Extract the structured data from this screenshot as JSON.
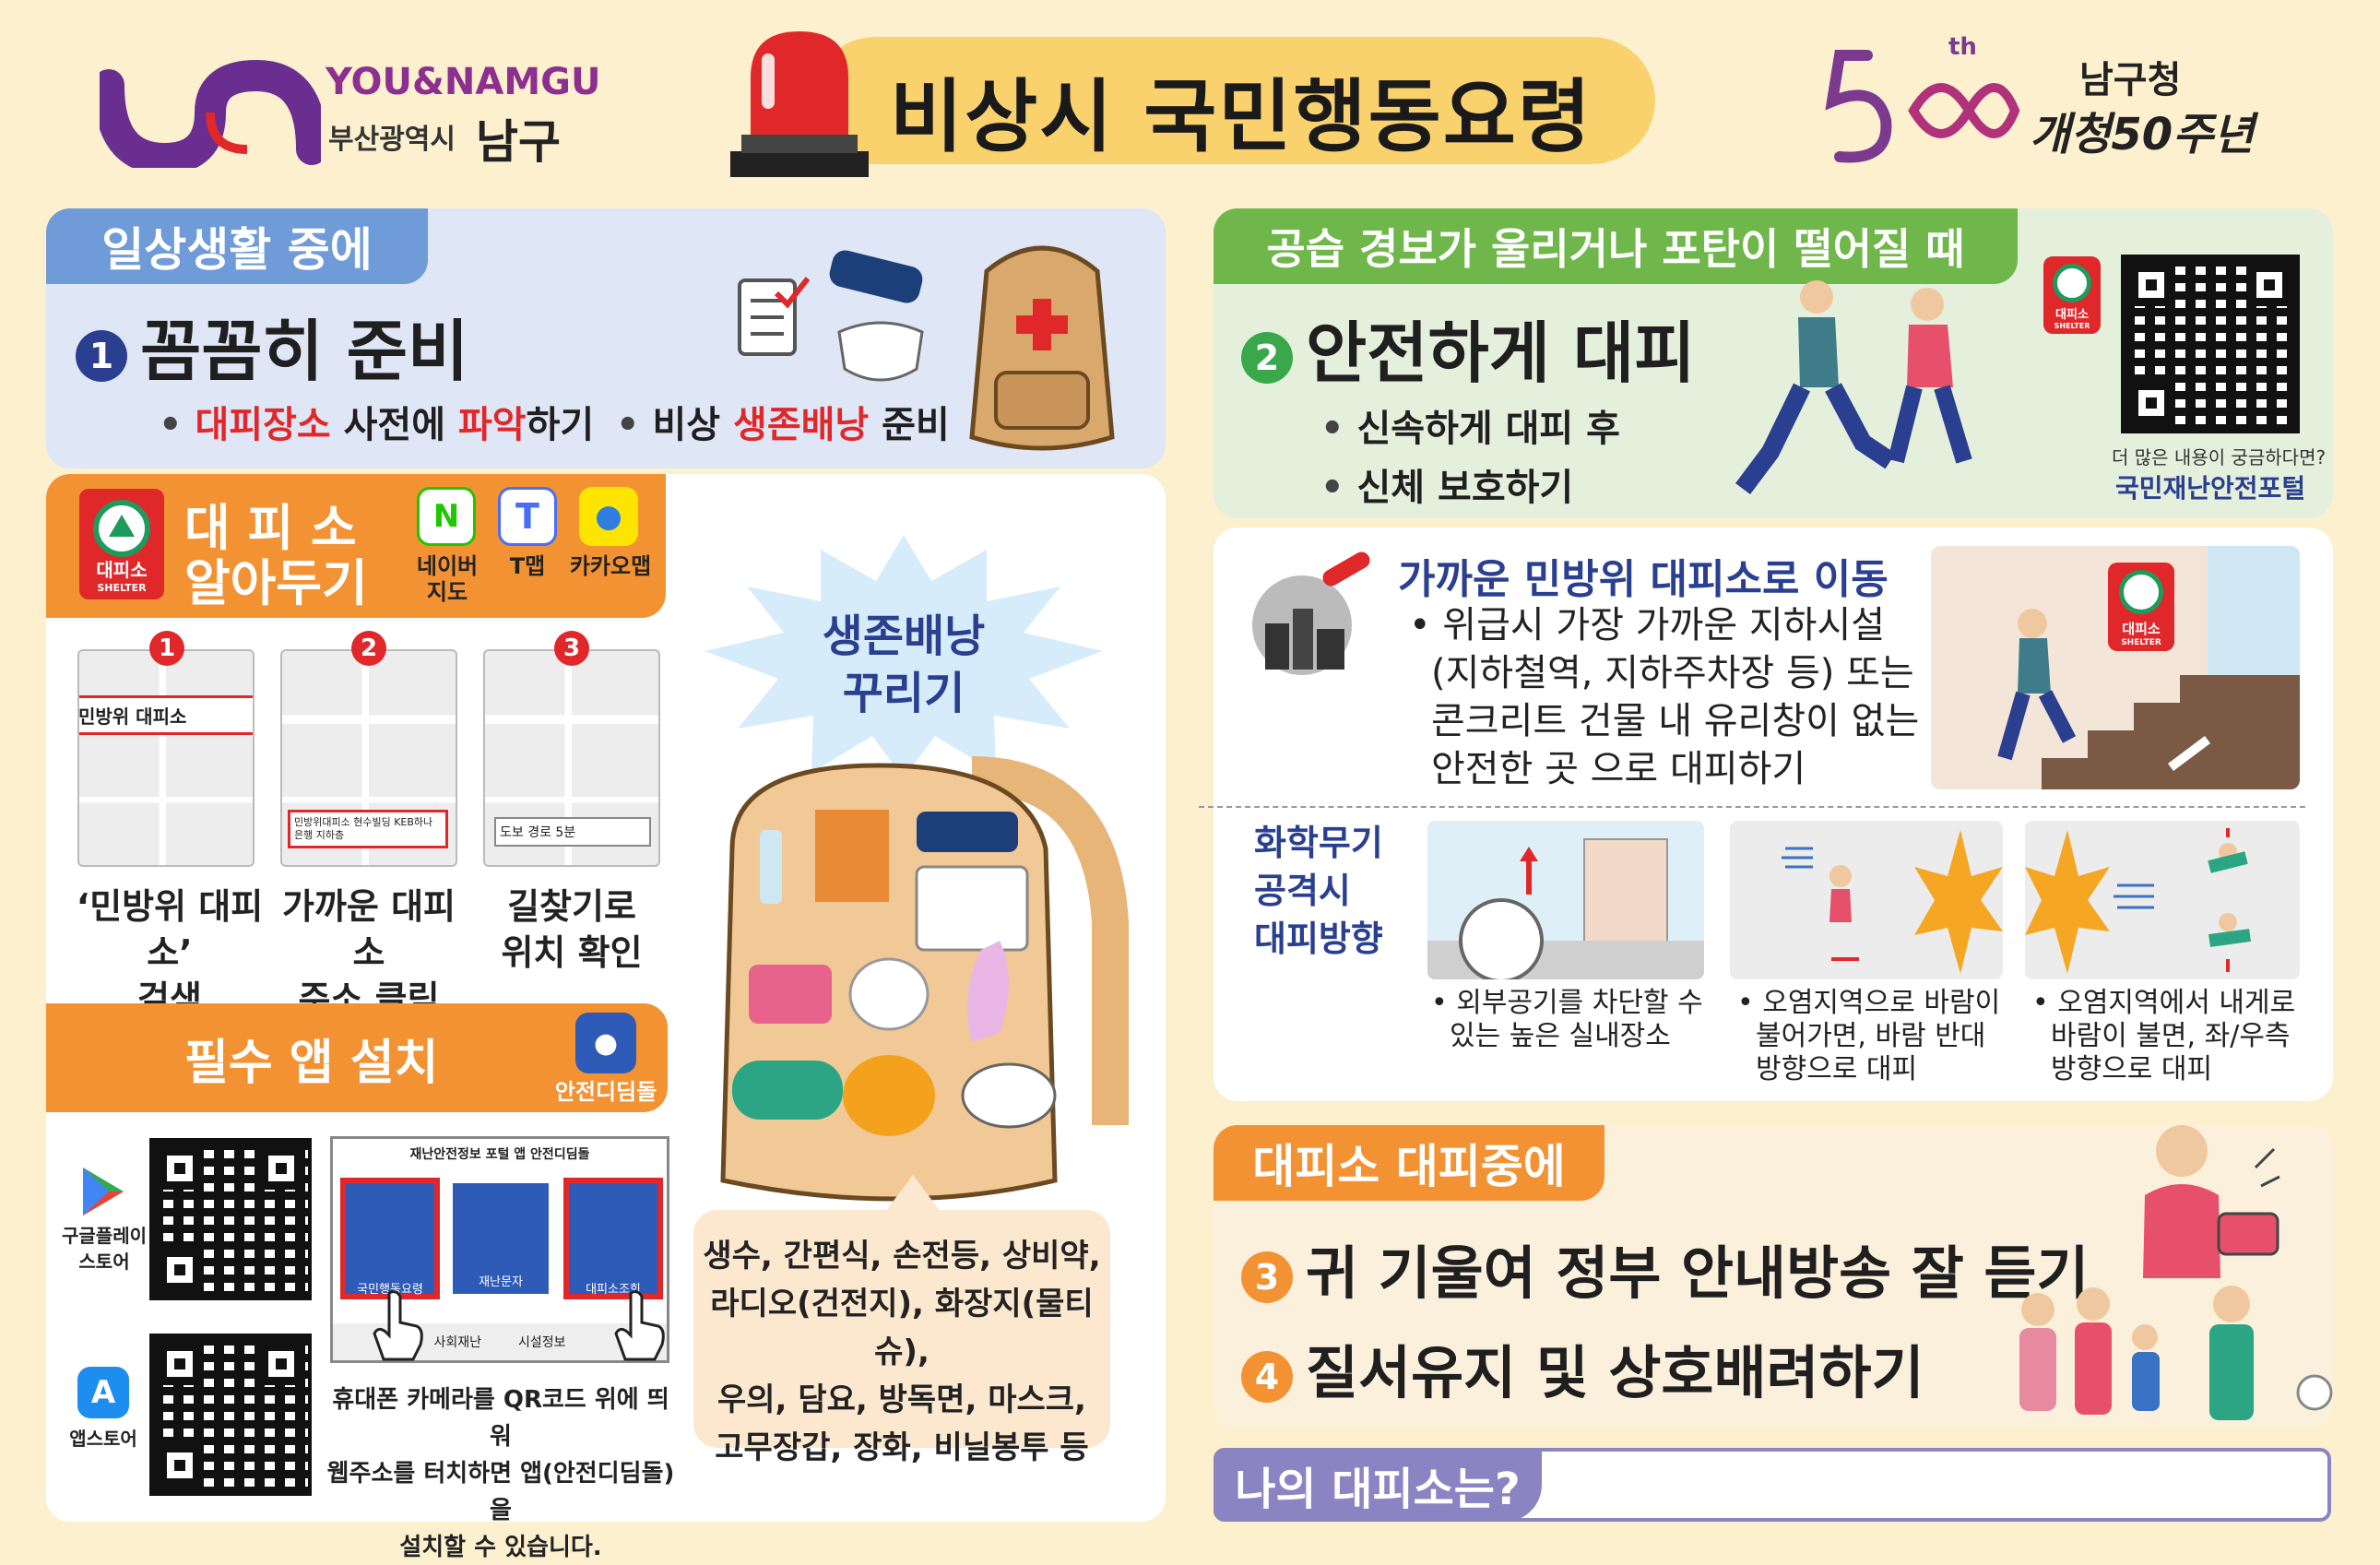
{
  "header": {
    "logo_brand": "YOU&NAMGU",
    "logo_city": "부산광역시",
    "logo_district": "남구",
    "title": "비상시 국민행동요령",
    "anniv_th": "th",
    "anniv_line1": "남구청",
    "anniv_line2": "개청50주년"
  },
  "daily": {
    "tab": "일상생활 중에",
    "num": "1",
    "heading": "꼼꼼히 준비",
    "bullet1_a": "대피장소",
    "bullet1_b": " 사전에 ",
    "bullet1_c": "파악",
    "bullet1_d": "하기",
    "bullet2_a": "비상 ",
    "bullet2_b": "생존배낭",
    "bullet2_c": " 준비"
  },
  "shelter_info": {
    "badge_text": "대피소",
    "badge_sub": "SHELTER",
    "title_line1": "대 피 소",
    "title_line2": "알아두기",
    "apps": [
      {
        "label": "네이버\n지도",
        "label1": "네이버",
        "label2": "지도",
        "glyph": "N"
      },
      {
        "label": "T맵",
        "glyph": "T"
      },
      {
        "label": "카카오맵",
        "glyph": "●"
      }
    ],
    "steps": [
      {
        "num": "1",
        "line1": "‘민방위 대피소’",
        "line2": "검색",
        "map_tag": "민방위 대피소"
      },
      {
        "num": "2",
        "line1": "가까운 대피소",
        "line2": "주소 클릭",
        "map_tag": "민방위대피소 현수빌딩 KEB하나은행 지하층"
      },
      {
        "num": "3",
        "line1": "길찾기로",
        "line2": "위치 확인",
        "map_tag": "도보 경로 5분"
      }
    ]
  },
  "survival": {
    "burst_line1": "생존배낭",
    "burst_line2": "꾸리기",
    "items_lines": [
      "생수, 간편식, 손전등, 상비약,",
      "라디오(건전지), 화장지(물티슈),",
      "우의, 담요, 방독면, 마스크,",
      "고무장갑, 장화, 비닐봉투 등"
    ]
  },
  "apps_install": {
    "tab": "필수 앱 설치",
    "app_name": "안전디딤돌",
    "google_label1": "구글플레이",
    "google_label2": "스토어",
    "apple_label": "앱스토어",
    "phone_header": "재난안전정보 포털 앱 안전디딤돌",
    "phone_btn1": "국민행동요령",
    "phone_btn2": "재난문자",
    "phone_btn3": "대피소조회",
    "phone_bar": [
      "사회재난",
      "시설정보"
    ],
    "note_lines": [
      "휴대폰 카메라를 QR코드 위에 띄워",
      "웹주소를 터치하면 앱(안전디딤돌)을",
      "설치할 수 있습니다."
    ]
  },
  "air_raid": {
    "tab": "공습 경보가 울리거나 포탄이 떨어질 때",
    "num": "2",
    "heading": "안전하게 대피",
    "bullet1": "신속하게 대피 후",
    "bullet2": "신체 보호하기",
    "qr_note": "더 많은 내용이 궁금하다면?",
    "qr_link": "국민재난안전포털",
    "badge_text": "대피소",
    "badge_sub": "SHELTER"
  },
  "move": {
    "title": "가까운 민방위 대피소로 이동",
    "lines": [
      "• 위급시 가장 가까운 지하시설",
      "(지하철역, 지하주차장 등) 또는",
      "콘크리트 건물 내 유리창이 없는",
      "안전한 곳 으로 대피하기"
    ],
    "badge_text": "대피소",
    "badge_sub": "SHELTER"
  },
  "chemical": {
    "title_lines": [
      "화학무기",
      "공격시",
      "대피방향"
    ],
    "cases": [
      {
        "lines": [
          "• 외부공기를 차단할 수",
          "있는 높은 실내장소"
        ]
      },
      {
        "lines": [
          "• 오염지역으로 바람이",
          "불어가면, 바람 반대",
          "방향으로 대피"
        ]
      },
      {
        "lines": [
          "• 오염지역에서 내게로",
          "바람이 불면, 좌/우측",
          "방향으로 대피"
        ]
      }
    ]
  },
  "in_shelter": {
    "tab": "대피소 대피중에",
    "num3": "3",
    "line3": "귀 기울여 정부 안내방송 잘 듣기",
    "num4": "4",
    "line4": "질서유지 및 상호배려하기"
  },
  "my_shelter": {
    "label": "나의 대피소는?",
    "value": ""
  },
  "colors": {
    "background": "#fdf0cf",
    "blue_panel": "#dfe6f6",
    "blue_tab": "#6f9bd8",
    "orange_tab": "#f39233",
    "green_panel": "#e4efdc",
    "green_tab": "#6fb74a",
    "navy_text": "#2a3f8f",
    "red_accent": "#e0282b",
    "purple_tab": "#8b84c2",
    "title_yellow": "#f9d26e"
  }
}
